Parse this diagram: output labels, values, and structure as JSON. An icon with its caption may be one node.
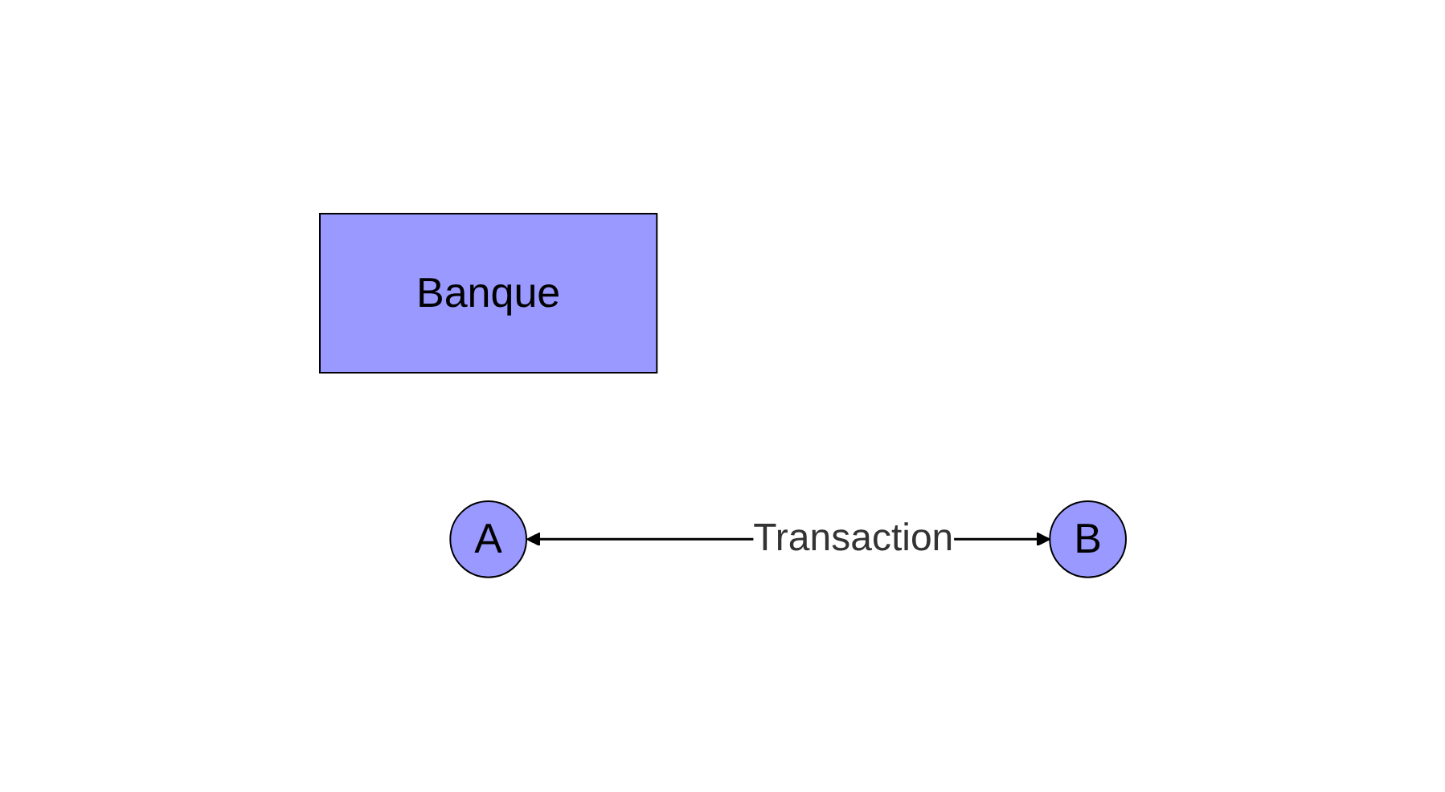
{
  "diagram": {
    "nodes": [
      {
        "text": [
          "Banque"
        ]
      },
      {
        "text": [
          "A"
        ]
      },
      {
        "text": [
          "B"
        ]
      }
    ],
    "edges": [
      {
        "from": 1,
        "to": 2,
        "arrow": "both",
        "label": "Transaction"
      }
    ]
  }
}
